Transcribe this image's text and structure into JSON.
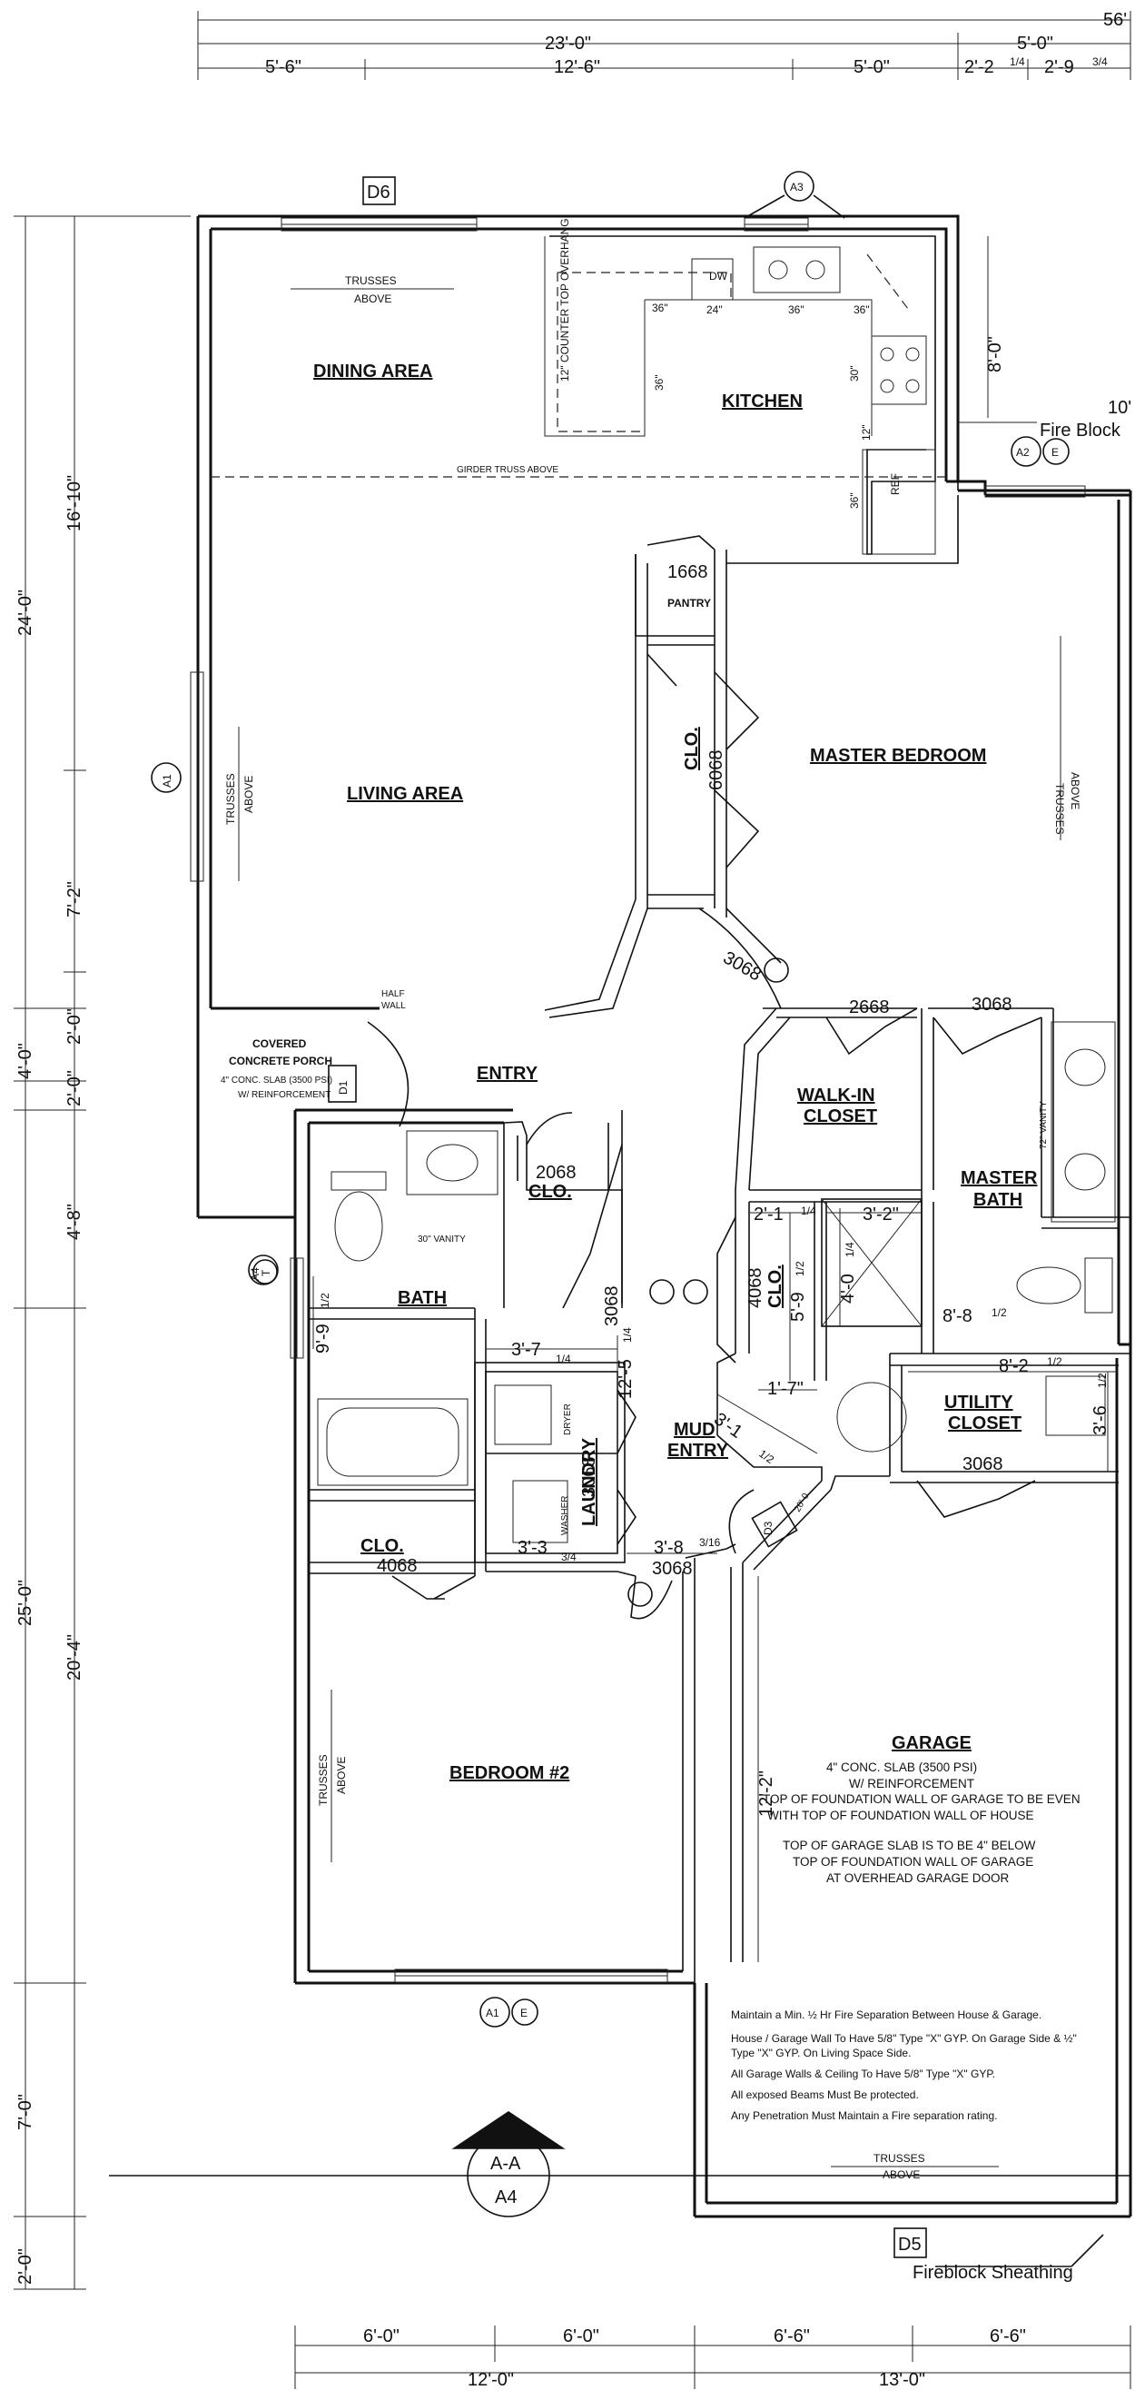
{
  "plan": {
    "top_dimensions": {
      "overall": "56'",
      "segment_a": "23'-0\"",
      "segment_b": "5'-0\"",
      "d1": "5'-6\"",
      "d2": "12'-6\"",
      "d3": "5'-0\"",
      "d4": "2'-2",
      "d4_frac": "1/4",
      "d5": "2'-9",
      "d5_frac": "3/4"
    },
    "left_dimensions": {
      "overall_top": "24'-0\"",
      "overall_bottom": "25'-0\"",
      "dining": "16'-10\"",
      "living": "7'-2\"",
      "porch_a": "4'-0\"",
      "porch_b": "2'-0\"",
      "porch_c": "2'-0\"",
      "bath": "4'-8\"",
      "bedroom": "20'-4\"",
      "garage_lower": "7'-0\"",
      "bottom": "2'-0\""
    },
    "bottom_dimensions": {
      "b1": "6'-0\"",
      "b2": "6'-0\"",
      "b3": "6'-6\"",
      "b4": "6'-6\"",
      "left_total": "12'-0\"",
      "right_total": "13'-0\""
    },
    "tags": {
      "d6": "D6",
      "a3": "A3",
      "a2": "A2",
      "a2_e": "E",
      "a1": "A1",
      "d1": "D1",
      "a4": "A4",
      "a4_t": "T",
      "d3": "D3",
      "a1_bottom": "A1",
      "a1_bottom_e": "E",
      "d5": "D5",
      "section_top": "A-A",
      "section_bottom": "A4"
    },
    "rooms": {
      "dining": "DINING AREA",
      "kitchen": "KITCHEN",
      "living": "LIVING AREA",
      "master_bedroom": "MASTER BEDROOM",
      "pantry": "PANTRY",
      "entry": "ENTRY",
      "walk_in_closet_1": "WALK-IN",
      "walk_in_closet_2": "CLOSET",
      "master_bath_1": "MASTER",
      "master_bath_2": "BATH",
      "bath": "BATH",
      "clo_small": "CLO.",
      "clo_bed": "CLO.",
      "clo_master": "CLO.",
      "clo_mud": "CLO.",
      "laundry": "LAUNDRY",
      "mud_entry_1": "MUD",
      "mud_entry_2": "ENTRY",
      "utility_closet_1": "UTILITY",
      "utility_closet_2": "CLOSET",
      "bedroom2": "BEDROOM #2",
      "garage": "GARAGE",
      "porch_1": "COVERED",
      "porch_2": "CONCRETE PORCH",
      "porch_3": "4\" CONC. SLAB (3500 PSI)",
      "porch_4": "W/ REINFORCEMENT"
    },
    "labels": {
      "trusses_above": "TRUSSES",
      "above": "ABOVE",
      "girder": "GIRDER TRUSS ABOVE",
      "counter_overhang": "12\" COUNTER TOP OVERHANG",
      "dw": "DW",
      "ref": "REF",
      "k36a": "36\"",
      "k24": "24\"",
      "k36b": "36\"",
      "k36c": "36\"",
      "k30": "30\"",
      "k12": "12\"",
      "k36d": "36\"",
      "k36e": "36\"",
      "k8ft": "8'-0\"",
      "fire_block_10": "10'",
      "fire_block": "Fire Block",
      "half_wall_1": "HALF",
      "half_wall_2": "WALL",
      "vanity_30": "30\" VANITY",
      "vanity_72": "72\" VANITY",
      "dryer": "DRYER",
      "washer": "WASHER",
      "fireblock_sheathing": "Fireblock Sheathing"
    },
    "door_codes": {
      "pantry": "1668",
      "master_clo": "6068",
      "master_entry": "3068",
      "walk_in": "2668",
      "master_bath": "3068",
      "bath_clo": "2068",
      "bath_door": "3068",
      "mud_clo": "4068",
      "laundry": "3068",
      "bed_clo": "4068",
      "bed_door": "3068",
      "utility": "3068"
    },
    "interior_dims": {
      "m1": "2'-1",
      "m1_frac": "1/4",
      "m2": "3'-2\"",
      "m3": "4'-0",
      "m3_frac": "1/4",
      "m4": "5'-9",
      "m4_frac": "1/2",
      "m5": "8'-8",
      "m5_frac": "1/2",
      "m6": "1'-7\"",
      "m7": "8'-2",
      "m7_frac": "1/2",
      "m8": "3'-6",
      "m8_frac": "1/2",
      "m9": "9'-9",
      "m9_frac": "1/2",
      "m10": "3'-7",
      "m10_frac": "1/4",
      "m11": "12'-5",
      "m11_frac": "1/4",
      "m12": "3'-1",
      "m12_frac": "1/2",
      "m13": "3'-3",
      "m13_frac": "3/4",
      "m14": "3'-8",
      "m14_frac": "3/16",
      "m15": "12'-2\"",
      "m16": "20'-0"
    },
    "garage_notes": {
      "slab": "4\" CONC. SLAB (3500 PSI)",
      "reinforcement": "W/ REINFORCEMENT",
      "top1": "TOP OF FOUNDATION WALL OF GARAGE TO BE EVEN",
      "top2": "WITH TOP OF FOUNDATION WALL OF HOUSE",
      "slab1": "TOP OF GARAGE SLAB IS TO BE 4\" BELOW",
      "slab2": "TOP OF FOUNDATION WALL OF GARAGE",
      "slab3": "AT OVERHEAD GARAGE DOOR"
    },
    "fire_notes": {
      "n1": "Maintain a Min. ½ Hr Fire Separation Between House & Garage.",
      "n2": "House / Garage Wall To Have 5/8\" Type \"X\" GYP. On Garage Side & ½\"",
      "n3": "Type \"X\" GYP. On Living Space Side.",
      "n4": "All Garage Walls & Ceiling To Have 5/8\" Type \"X\" GYP.",
      "n5": "All exposed Beams Must Be protected.",
      "n6": "Any Penetration Must Maintain a Fire separation rating."
    }
  }
}
